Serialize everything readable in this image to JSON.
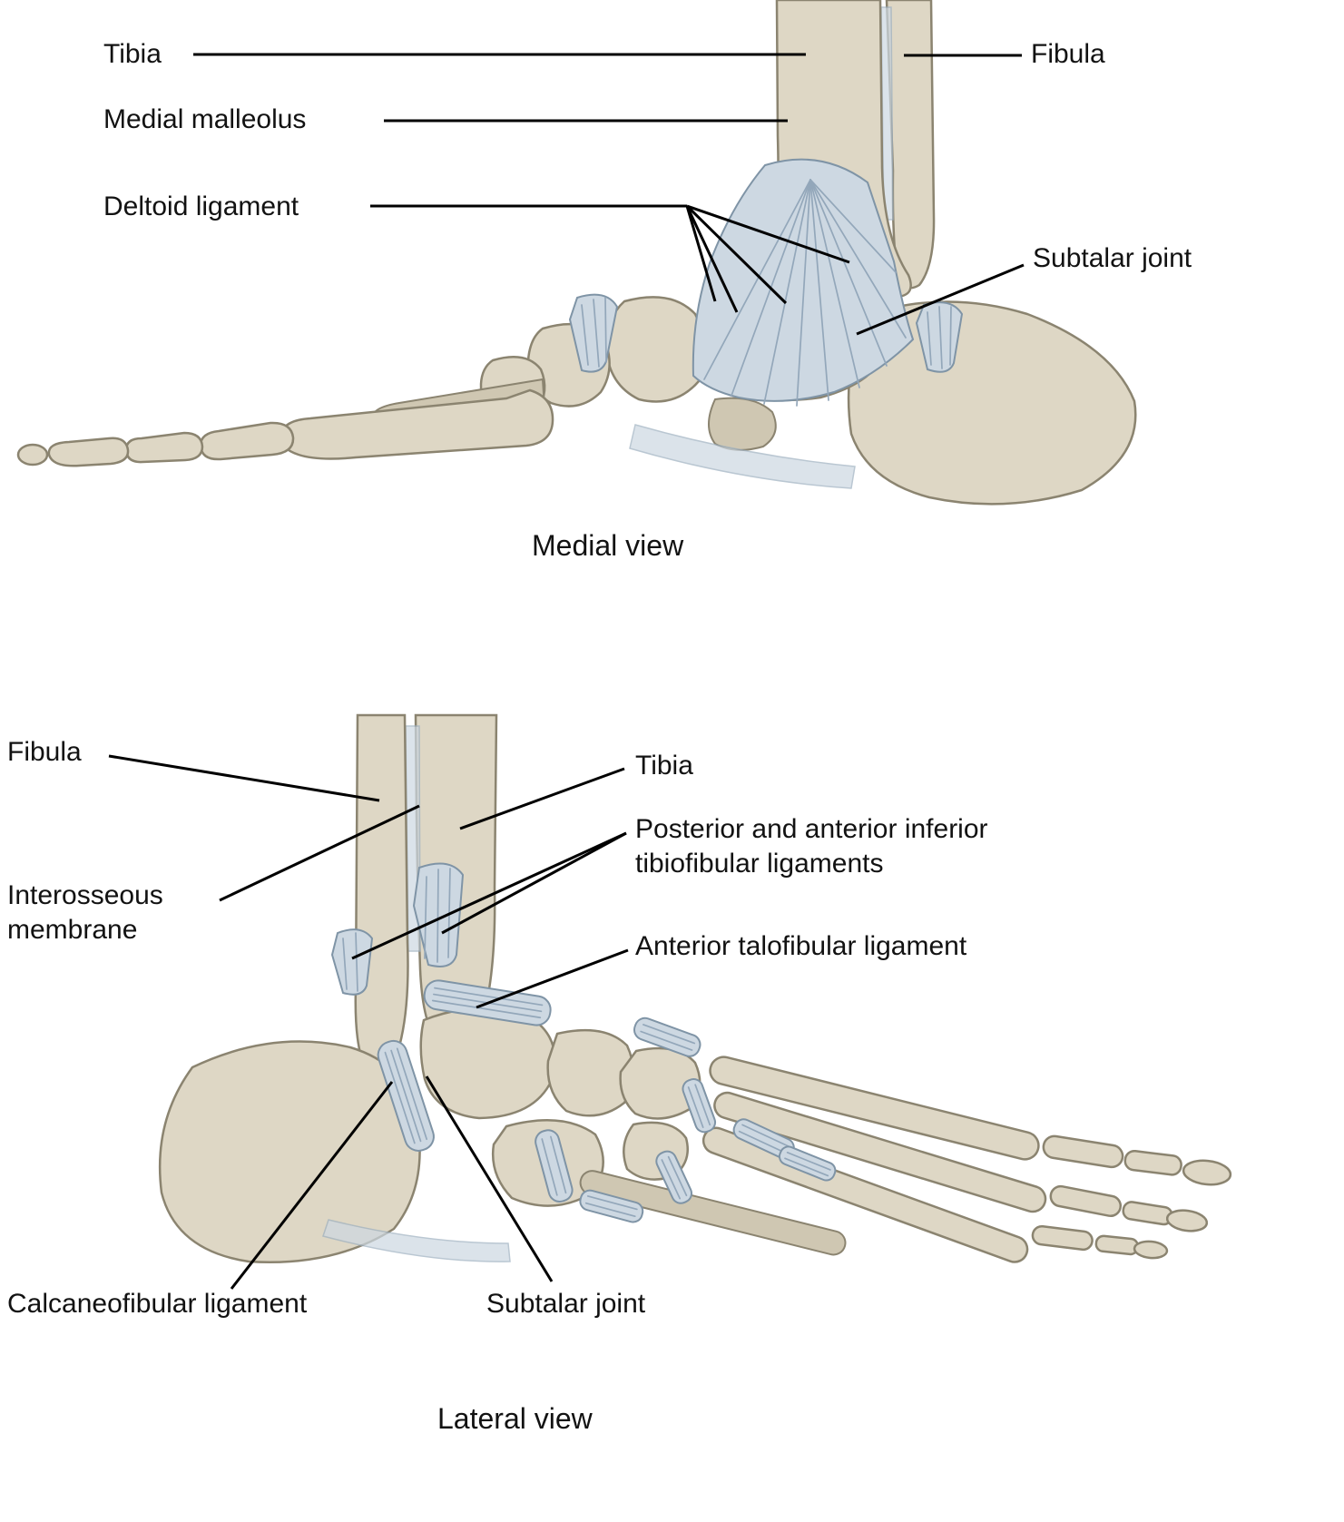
{
  "medial": {
    "caption": "Medial view",
    "labels": {
      "tibia": "Tibia",
      "medial_malleolus": "Medial malleolus",
      "deltoid_ligament": "Deltoid ligament",
      "fibula": "Fibula",
      "subtalar_joint": "Subtalar joint"
    }
  },
  "lateral": {
    "caption": "Lateral view",
    "labels": {
      "fibula": "Fibula",
      "tibia": "Tibia",
      "interosseous_membrane": "Interosseous membrane",
      "tibiofibular_ligaments": "Posterior and anterior inferior tibiofibular ligaments",
      "anterior_talofibular_ligament": "Anterior talofibular ligament",
      "calcaneofibular_ligament": "Calcaneofibular ligament",
      "subtalar_joint": "Subtalar joint"
    }
  },
  "colors": {
    "bone_fill": "#ded7c5",
    "bone_shade": "#cfc7b2",
    "bone_stroke": "#8b8470",
    "ligament_fill": "#cdd8e2",
    "ligament_stroke": "#7f94a6",
    "leader_line": "#000000",
    "label_text": "#121212",
    "background": "#ffffff"
  }
}
